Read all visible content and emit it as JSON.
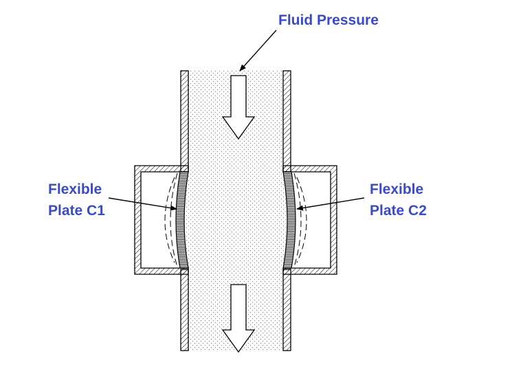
{
  "labels": {
    "fluid_pressure": "Fluid Pressure",
    "plate_c1": {
      "line1": "Flexible",
      "line2": "Plate C1"
    },
    "plate_c2": {
      "line1": "Flexible",
      "line2": "Plate C2"
    }
  },
  "colors": {
    "label_text": "#3b4bc8",
    "line": "#000000",
    "fluid_dots": "#7a7a7a",
    "background": "#ffffff"
  }
}
